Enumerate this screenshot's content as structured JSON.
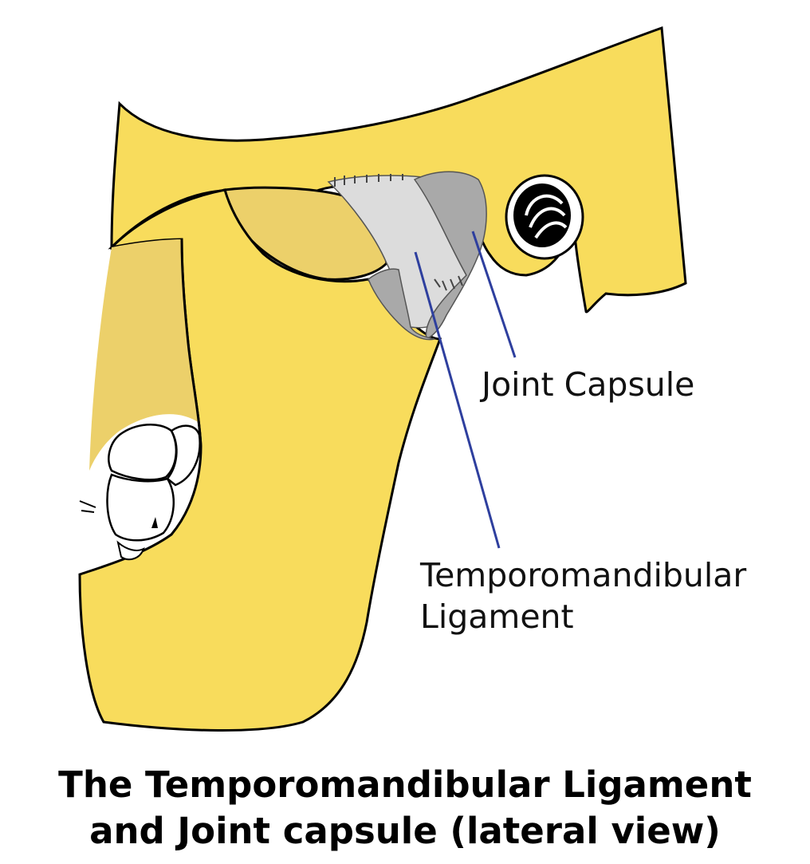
{
  "labels": {
    "joint_capsule": "Joint Capsule",
    "temporomandibular_ligament_line1": "Temporomandibular",
    "temporomandibular_ligament_line2": "Ligament"
  },
  "caption": {
    "line1": "The Temporomandibular Ligament",
    "line2": "and Joint capsule (lateral view)"
  },
  "colors": {
    "bone": "#F8DC5C",
    "bone_dark": "#ECD06A",
    "ligament": "#DCDCDC",
    "capsule": "#A9A9A9",
    "leader_line": "#2E3F9E",
    "outline": "#000000"
  }
}
